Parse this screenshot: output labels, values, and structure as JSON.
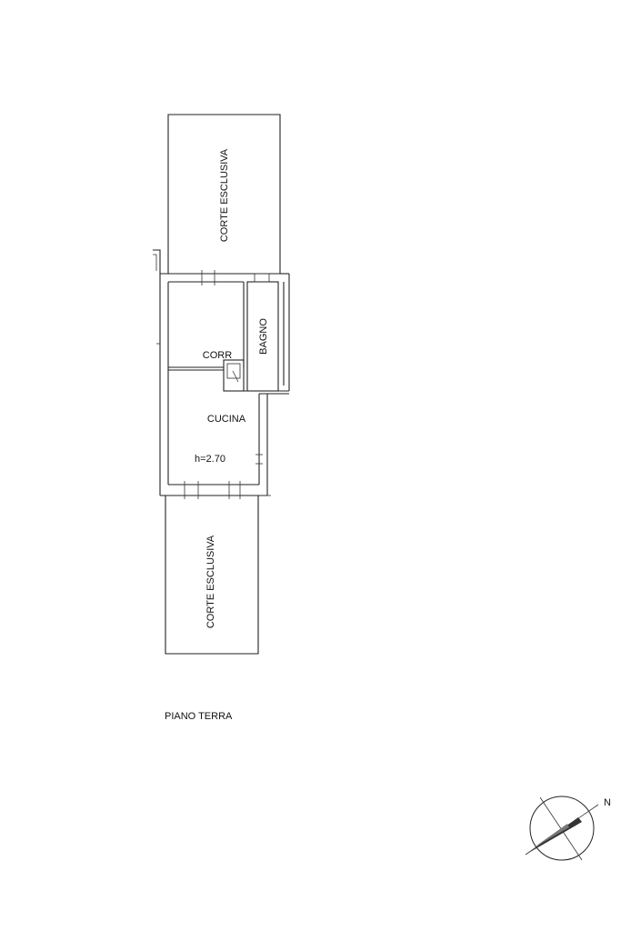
{
  "plan": {
    "rooms": {
      "corte_top": "CORTE ESCLUSIVA",
      "bagno": "BAGNO",
      "corr": "CORR",
      "cucina": "CUCINA",
      "cucina_height": "h=2.70",
      "corte_bottom": "CORTE ESCLUSIVA"
    },
    "floor_label": "PIANO TERRA",
    "compass": {
      "north_label": "N"
    }
  }
}
